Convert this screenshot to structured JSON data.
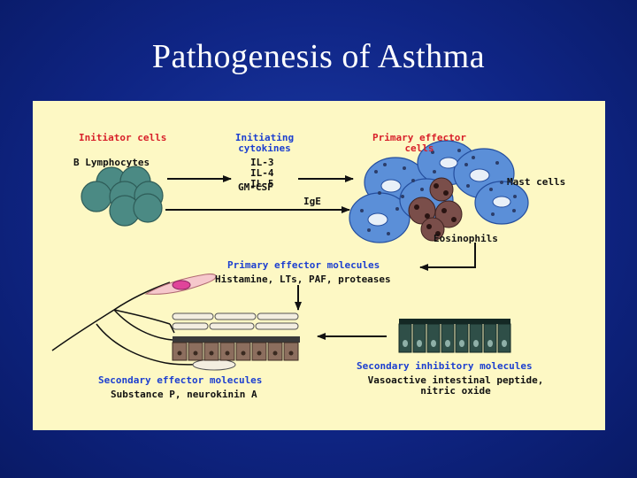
{
  "slide": {
    "title": "Pathogenesis of Asthma"
  },
  "diagram": {
    "initiator_cells": "Initiator cells",
    "b_lymphocytes": "B Lymphocytes",
    "initiating_cytokines": [
      "Initiating",
      "cytokines"
    ],
    "cytokines": [
      "IL-3",
      "IL-4",
      "IL-5",
      "GM-CSF"
    ],
    "ige": "IgE",
    "primary_effector_cells": [
      "Primary effector",
      "cells"
    ],
    "mast_cells": "Mast cells",
    "eosinophils": "Eosinophils",
    "primary_effector_molecules": "Primary effector molecules",
    "primary_molecules_list": "Histamine, LTs, PAF, proteases",
    "secondary_inhibitory_molecules": "Secondary inhibitory molecules",
    "secondary_inhibitory_list": [
      "Vasoactive intestinal peptide,",
      "nitric oxide"
    ],
    "secondary_effector_molecules": "Secondary effector molecules",
    "secondary_effector_list": "Substance P, neurokinin A"
  },
  "colors": {
    "background": "#0f2585",
    "panel": "#fdf8c4",
    "label_red": "#d8202a",
    "label_blue": "#1c3fd0",
    "lymphocyte": "#4b8a84",
    "mast_cell": "#5b8fd8",
    "eosinophil": "#7a4e4a",
    "epithelium": "#2f4f48"
  }
}
